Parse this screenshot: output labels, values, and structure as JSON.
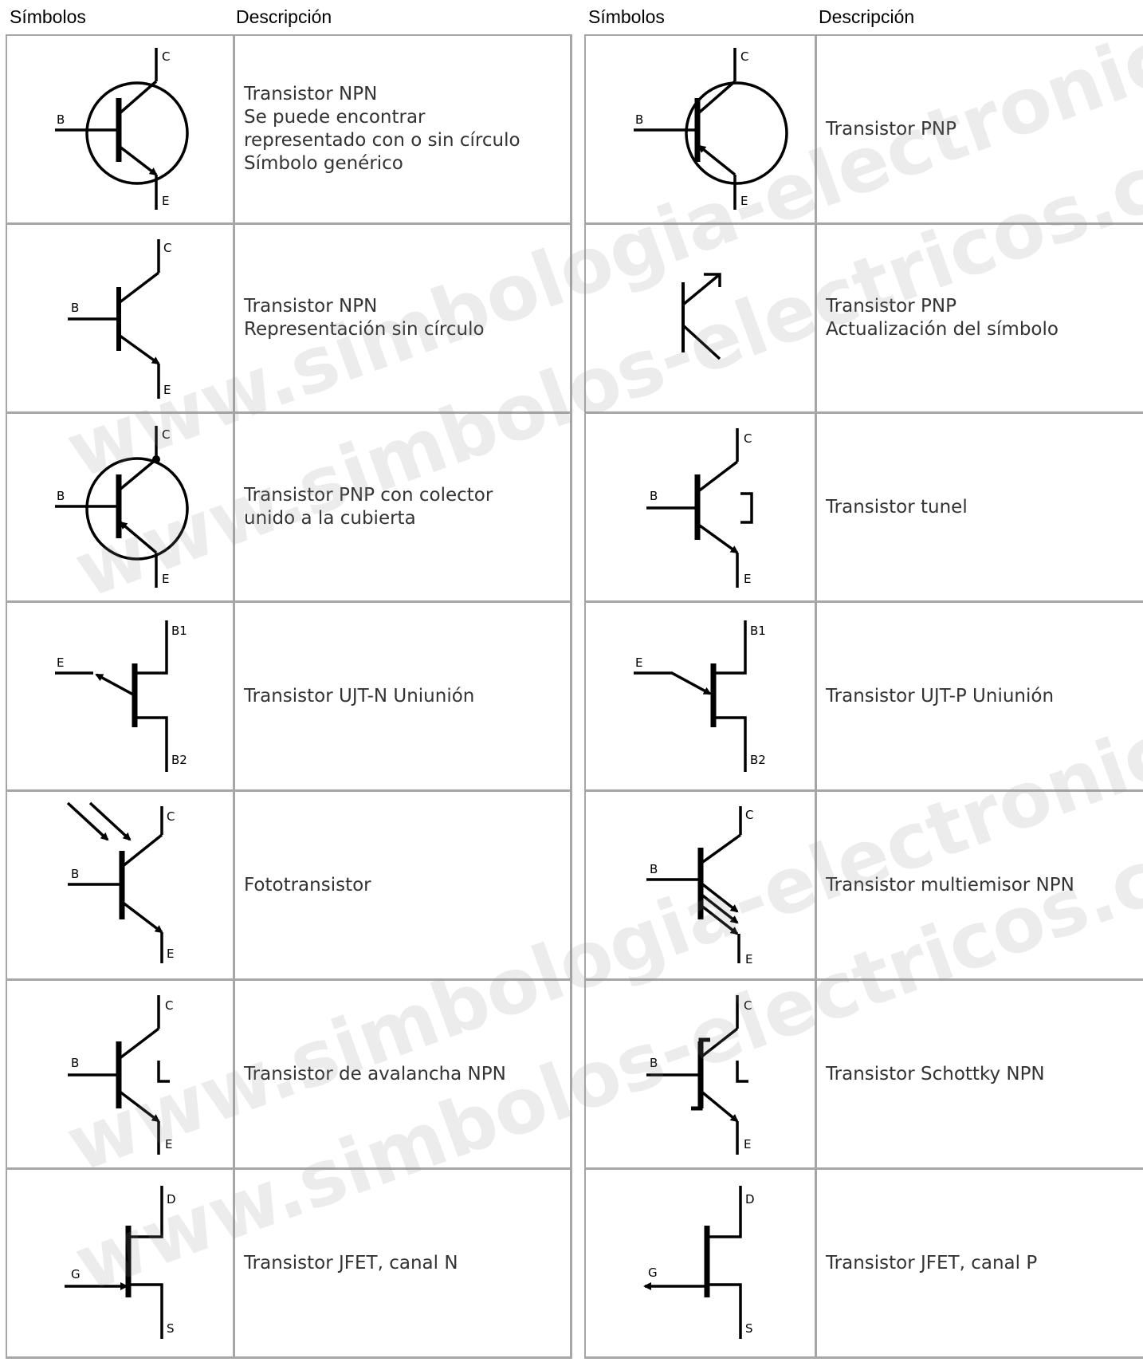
{
  "left_table": {
    "header_symbols": "Símbolos",
    "header_description": "Descripción",
    "rows": [
      {
        "symbol_icon": "npn-transistor-circle-icon",
        "pins": {
          "c": "C",
          "b": "B",
          "e": "E"
        },
        "description": "Transistor NPN\nSe puede encontrar\nrepresentado con o sin círculo\nSímbolo genérico"
      },
      {
        "symbol_icon": "npn-transistor-icon",
        "pins": {
          "c": "C",
          "b": "B",
          "e": "E"
        },
        "description": "Transistor NPN\nRepresentación sin círculo"
      },
      {
        "symbol_icon": "pnp-transistor-collector-case-icon",
        "pins": {
          "c": "C",
          "b": "B",
          "e": "E"
        },
        "description": "Transistor PNP con colector\nunido a la cubierta"
      },
      {
        "symbol_icon": "ujt-n-transistor-icon",
        "pins": {
          "b1": "B1",
          "e": "E",
          "b2": "B2"
        },
        "description": "Transistor UJT-N Uniunión"
      },
      {
        "symbol_icon": "phototransistor-icon",
        "pins": {
          "c": "C",
          "b": "B",
          "e": "E"
        },
        "description": "Fototransistor"
      },
      {
        "symbol_icon": "avalanche-npn-transistor-icon",
        "pins": {
          "c": "C",
          "b": "B",
          "e": "E"
        },
        "description": "Transistor de avalancha NPN"
      },
      {
        "symbol_icon": "jfet-n-channel-icon",
        "pins": {
          "d": "D",
          "g": "G",
          "s": "S"
        },
        "description": "Transistor JFET, canal N"
      }
    ]
  },
  "right_table": {
    "header_symbols": "Símbolos",
    "header_description": "Descripción",
    "rows": [
      {
        "symbol_icon": "pnp-transistor-circle-icon",
        "pins": {
          "c": "C",
          "b": "B",
          "e": "E"
        },
        "description": "Transistor PNP"
      },
      {
        "symbol_icon": "pnp-transistor-updated-icon",
        "pins": {},
        "description": "Transistor PNP\nActualización del símbolo"
      },
      {
        "symbol_icon": "tunnel-transistor-icon",
        "pins": {
          "c": "C",
          "b": "B",
          "e": "E"
        },
        "description": "Transistor tunel"
      },
      {
        "symbol_icon": "ujt-p-transistor-icon",
        "pins": {
          "b1": "B1",
          "e": "E",
          "b2": "B2"
        },
        "description": "Transistor UJT-P Uniunión"
      },
      {
        "symbol_icon": "multi-emitter-npn-transistor-icon",
        "pins": {
          "c": "C",
          "b": "B",
          "e": "E"
        },
        "description": "Transistor multiemisor NPN"
      },
      {
        "symbol_icon": "schottky-npn-transistor-icon",
        "pins": {
          "c": "C",
          "b": "B",
          "e": "E"
        },
        "description": "Transistor Schottky NPN"
      },
      {
        "symbol_icon": "jfet-p-channel-icon",
        "pins": {
          "d": "D",
          "g": "G",
          "s": "S"
        },
        "description": "Transistor JFET, canal P"
      }
    ]
  },
  "watermarks": {
    "line1": "www.simbologia-electronica.com",
    "line2": "www.simbolos-electricos.com"
  }
}
